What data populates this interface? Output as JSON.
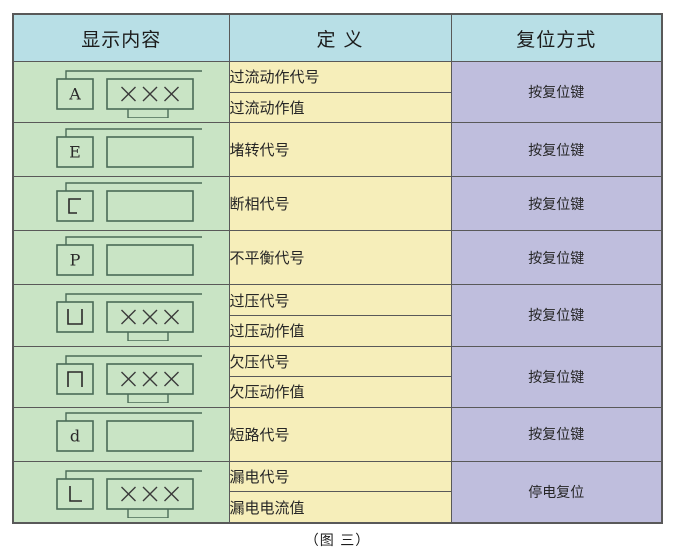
{
  "figure": {
    "caption": "（图 三）"
  },
  "table": {
    "headers": {
      "display": "显示内容",
      "definition": "定 义",
      "reset": "复位方式"
    },
    "colors": {
      "header_bg": "#b8dfe6",
      "display_bg": "#c9e4c5",
      "definition_bg": "#f6eeba",
      "reset_bg": "#bfbedd",
      "border": "#595959",
      "symbol_stroke": "#4a6b57",
      "text": "#262626"
    },
    "rows": [
      {
        "symbol": {
          "code": "A",
          "shape": "letter",
          "value_box": "×××",
          "has_value": true
        },
        "definitions": [
          "过流动作代号",
          "过流动作值"
        ],
        "reset": "按复位键"
      },
      {
        "symbol": {
          "code": "E",
          "shape": "letter",
          "value_box": "",
          "has_value": false
        },
        "definitions": [
          "堵转代号"
        ],
        "reset": "按复位键"
      },
      {
        "symbol": {
          "code": "C",
          "shape": "bracket-c",
          "value_box": "",
          "has_value": false
        },
        "definitions": [
          "断相代号"
        ],
        "reset": "按复位键"
      },
      {
        "symbol": {
          "code": "P",
          "shape": "letter",
          "value_box": "",
          "has_value": false
        },
        "definitions": [
          "不平衡代号"
        ],
        "reset": "按复位键"
      },
      {
        "symbol": {
          "code": "⊔",
          "shape": "u-shape",
          "value_box": "×××",
          "has_value": true
        },
        "definitions": [
          "过压代号",
          "过压动作值"
        ],
        "reset": "按复位键"
      },
      {
        "symbol": {
          "code": "⊓",
          "shape": "n-shape",
          "value_box": "×××",
          "has_value": true
        },
        "definitions": [
          "欠压代号",
          "欠压动作值"
        ],
        "reset": "按复位键"
      },
      {
        "symbol": {
          "code": "d",
          "shape": "letter",
          "value_box": "",
          "has_value": false
        },
        "definitions": [
          "短路代号"
        ],
        "reset": "按复位键"
      },
      {
        "symbol": {
          "code": "L",
          "shape": "l-shape",
          "value_box": "×××",
          "has_value": true
        },
        "definitions": [
          "漏电代号",
          "漏电电流值"
        ],
        "reset": "停电复位"
      }
    ]
  }
}
